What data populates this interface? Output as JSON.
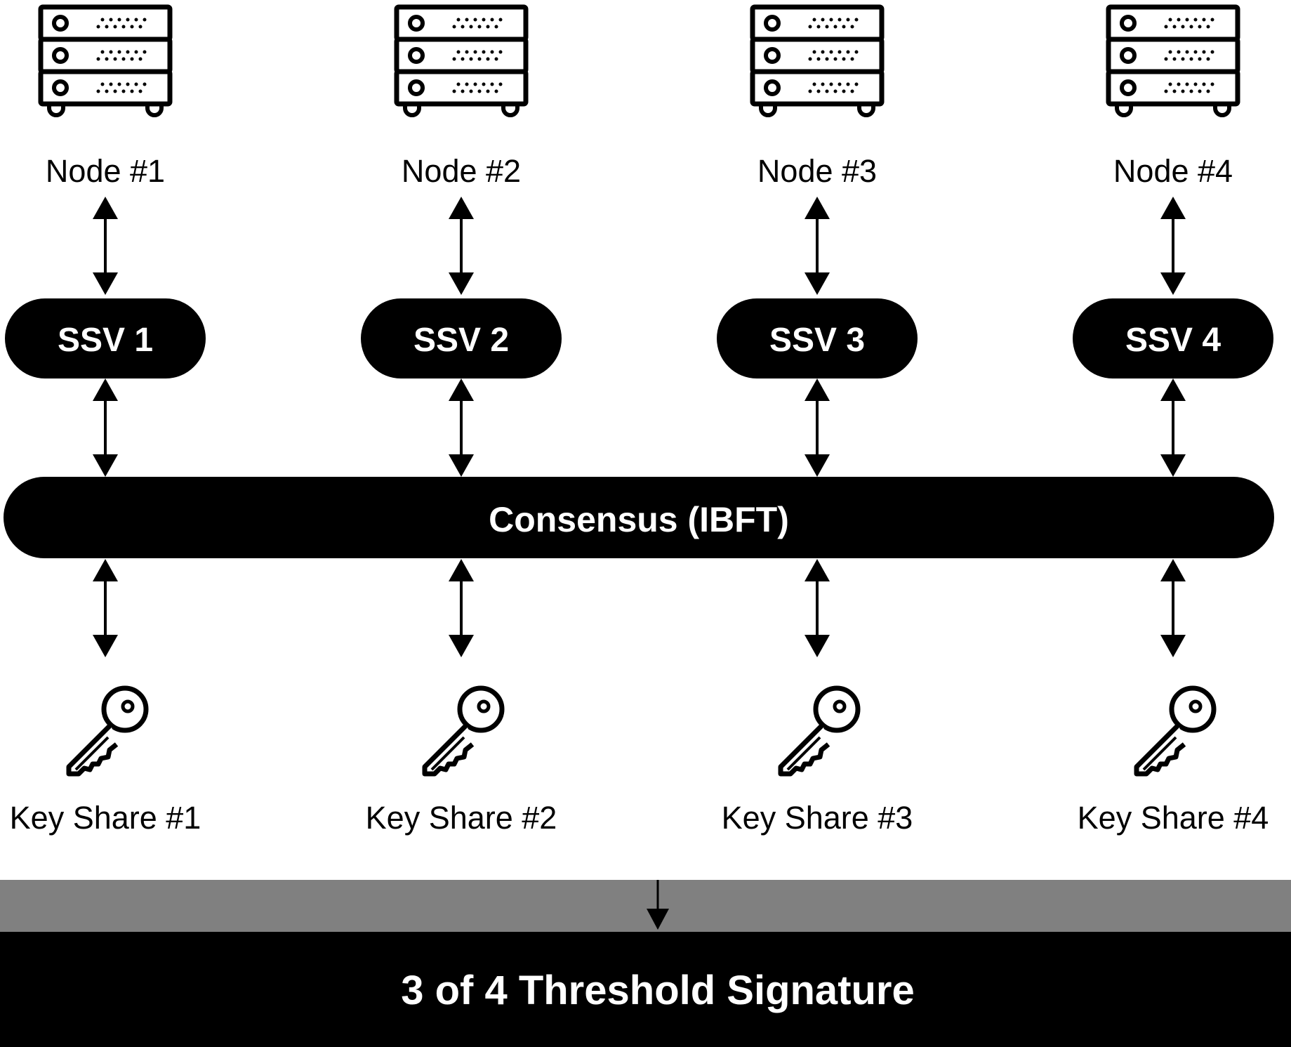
{
  "colors": {
    "ink": "#000000",
    "paper": "#ffffff",
    "band": "#808080"
  },
  "columns": [
    {
      "node_label": "Node #1",
      "ssv_label": "SSV 1",
      "key_label": "Key Share #1",
      "node_icon": "server-rack-icon",
      "key_icon": "key-icon"
    },
    {
      "node_label": "Node #2",
      "ssv_label": "SSV 2",
      "key_label": "Key Share #2",
      "node_icon": "server-rack-icon",
      "key_icon": "key-icon"
    },
    {
      "node_label": "Node #3",
      "ssv_label": "SSV 3",
      "key_label": "Key Share #3",
      "node_icon": "server-rack-icon",
      "key_icon": "key-icon"
    },
    {
      "node_label": "Node #4",
      "ssv_label": "SSV 4",
      "key_label": "Key Share #4",
      "node_icon": "server-rack-icon",
      "key_icon": "key-icon"
    }
  ],
  "consensus": {
    "label": "Consensus (IBFT)"
  },
  "threshold": {
    "label": "3 of 4 Threshold Signature"
  }
}
